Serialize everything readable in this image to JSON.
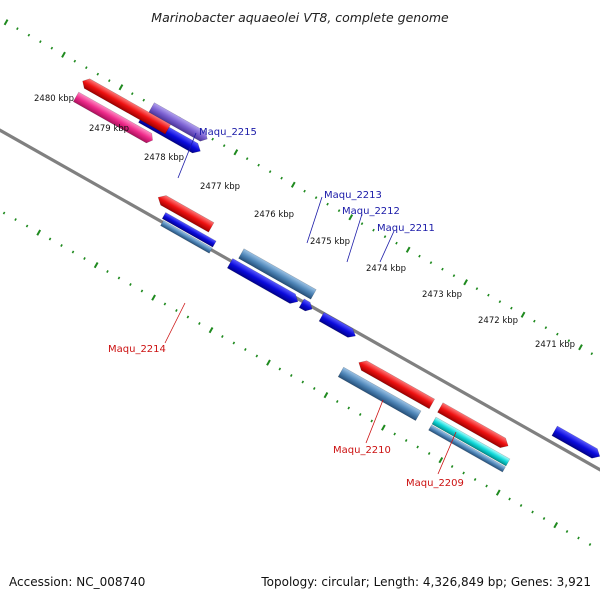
{
  "title": "Marinobacter aquaeolei VT8, complete genome",
  "footer": {
    "accession": "Accession: NC_008740",
    "summary": "Topology: circular; Length: 4,326,849 bp; Genes: 3,921"
  },
  "ticks": [
    "2480 kbp",
    "2479 kbp",
    "2478 kbp",
    "2477 kbp",
    "2476 kbp",
    "2475 kbp",
    "2474 kbp",
    "2473 kbp",
    "2472 kbp",
    "2471 kbp"
  ],
  "genes": [
    {
      "label": "Maqu_2215",
      "strand": "+",
      "color": "#1a1aa8"
    },
    {
      "label": "Maqu_2214",
      "strand": "-",
      "color": "#cc1111"
    },
    {
      "label": "Maqu_2213",
      "strand": "+",
      "color": "#1a1aa8"
    },
    {
      "label": "Maqu_2212",
      "strand": "+",
      "color": "#1a1aa8"
    },
    {
      "label": "Maqu_2211",
      "strand": "+",
      "color": "#1a1aa8"
    },
    {
      "label": "Maqu_2210",
      "strand": "-",
      "color": "#cc1111"
    },
    {
      "label": "Maqu_2209",
      "strand": "-",
      "color": "#cc1111"
    }
  ],
  "colors": {
    "backbone": "#808080",
    "tick_dots": "#1f8a1f",
    "forward_cds": "#0b0bdc",
    "reverse_cds": "#ee1111",
    "purple_cds": "#7a5fd0",
    "steel_cds": "#4f86b8",
    "cyan_cds": "#11d8d8",
    "pink_cds": "#ee2a8a"
  }
}
